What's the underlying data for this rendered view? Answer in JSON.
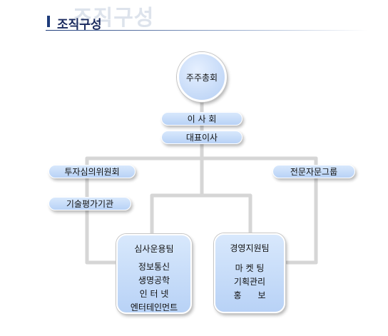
{
  "header": {
    "watermark": "조직구성",
    "title": "조직구성"
  },
  "org": {
    "shareholders": "주주총회",
    "board": "이 사 회",
    "ceo": "대표이사",
    "investment_committee": "투자심의위원회",
    "tech_evaluation": "기술평가기관",
    "advisory_group": "전문자문그룹",
    "investment_team": {
      "name": "심사운용팀",
      "items": [
        "정보통신",
        "생명공학",
        "인 터 넷",
        "엔터테인먼트"
      ]
    },
    "management_team": {
      "name": "경영지원팀",
      "items": [
        "마 켓 팅",
        "기획관리",
        "홍      보"
      ]
    }
  },
  "colors": {
    "node_fill": "#c6dcf8",
    "title": "#1a2a5e",
    "connector": "#d6d6d6"
  }
}
